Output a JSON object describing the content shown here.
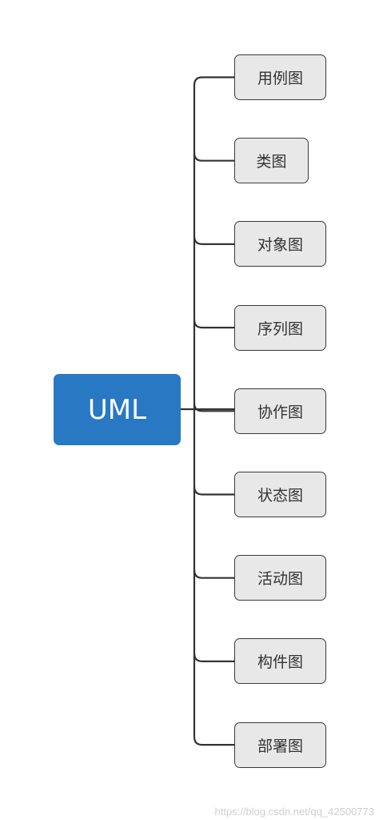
{
  "diagram": {
    "root": {
      "label": "UML",
      "color": "#2878c3"
    },
    "children": [
      {
        "label": "用例图"
      },
      {
        "label": "类图"
      },
      {
        "label": "对象图"
      },
      {
        "label": "序列图"
      },
      {
        "label": "协作图"
      },
      {
        "label": "状态图"
      },
      {
        "label": "活动图"
      },
      {
        "label": "构件图"
      },
      {
        "label": "部署图"
      }
    ]
  },
  "watermark": "https://blog.csdn.net/qq_42500773"
}
